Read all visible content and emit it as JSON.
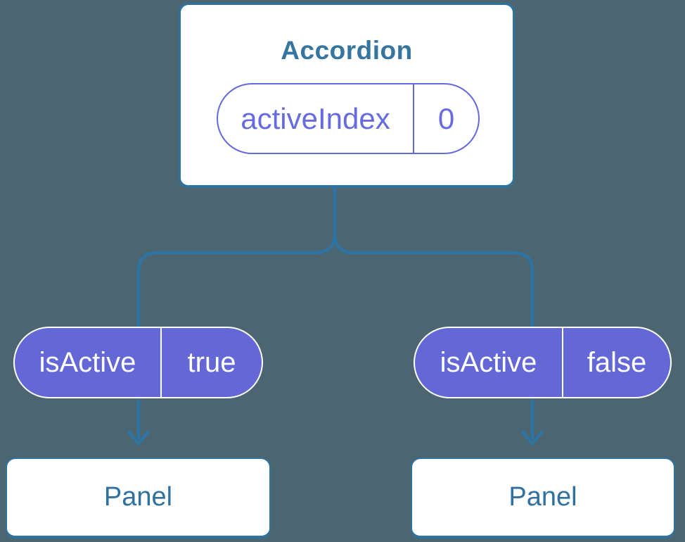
{
  "diagram": {
    "background_color": "#4c6671",
    "colors": {
      "card_background": "#ffffff",
      "card_border": "#2e72a2",
      "title_text": "#35759f",
      "panel_text": "#31719f",
      "connector_line": "#2e73a3",
      "prop_pill_fill": "#6467d6",
      "prop_pill_border": "#ffffff",
      "prop_pill_text": "#ffffff",
      "state_pill_border": "#6469dd",
      "state_pill_text": "#666be0"
    },
    "root": {
      "title": "Accordion",
      "state": {
        "name": "activeIndex",
        "value": "0"
      }
    },
    "props": [
      {
        "name": "isActive",
        "value": "true"
      },
      {
        "name": "isActive",
        "value": "false"
      }
    ],
    "children": [
      {
        "title": "Panel"
      },
      {
        "title": "Panel"
      }
    ]
  }
}
